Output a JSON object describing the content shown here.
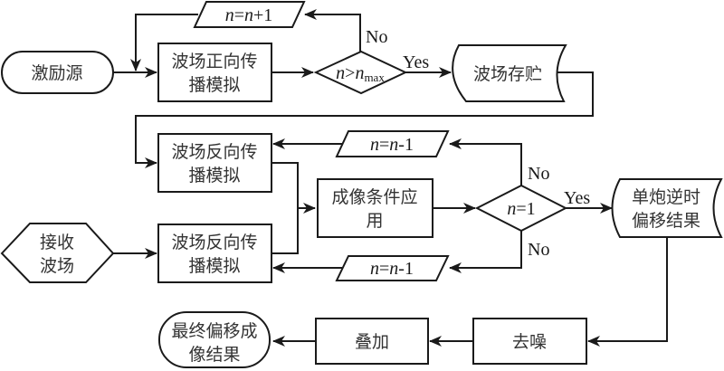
{
  "nodes": {
    "source": {
      "label": "激励源",
      "shape": "terminal"
    },
    "forward_sim": {
      "lines": [
        "波场正向传",
        "播模拟"
      ],
      "shape": "process"
    },
    "decision_nmax": {
      "var": "n",
      "op": ">",
      "rhs": "n",
      "rhs_sub": "max",
      "shape": "decision"
    },
    "increment": {
      "var": "n",
      "eq": "=",
      "expr_var": "n",
      "expr_tail": "+1",
      "shape": "parallelogram"
    },
    "storage": {
      "label": "波场存贮",
      "shape": "stored-data"
    },
    "backward_sim_top": {
      "lines": [
        "波场反向传",
        "播模拟"
      ],
      "shape": "process"
    },
    "backward_sim_bottom": {
      "lines": [
        "波场反向传",
        "播模拟"
      ],
      "shape": "process"
    },
    "receiver": {
      "lines": [
        "接收",
        "波场"
      ],
      "shape": "hexagon"
    },
    "imaging_condition": {
      "lines": [
        "成像条件应",
        "用"
      ],
      "shape": "process"
    },
    "decision_n1": {
      "var": "n",
      "rest": "=1",
      "shape": "decision"
    },
    "decrement_top": {
      "var": "n",
      "eq": "=",
      "expr_var": "n",
      "expr_tail": "-1",
      "shape": "parallelogram"
    },
    "decrement_bottom": {
      "var": "n",
      "eq": "=",
      "expr_var": "n",
      "expr_tail": "-1",
      "shape": "parallelogram"
    },
    "single_shot_result": {
      "lines": [
        "单炮逆时",
        "偏移结果"
      ],
      "shape": "stored-data"
    },
    "denoise": {
      "label": "去噪",
      "shape": "process"
    },
    "stack": {
      "label": "叠加",
      "shape": "process"
    },
    "final_result": {
      "lines": [
        "最终偏移成",
        "像结果"
      ],
      "shape": "terminal"
    }
  },
  "edge_labels": {
    "nmax_no": "No",
    "nmax_yes": "Yes",
    "n1_no_top": "No",
    "n1_yes": "Yes",
    "n1_no_bottom": "No"
  },
  "colors": {
    "stroke": "#1a1a1a",
    "fill": "#ffffff",
    "text": "#333333"
  }
}
